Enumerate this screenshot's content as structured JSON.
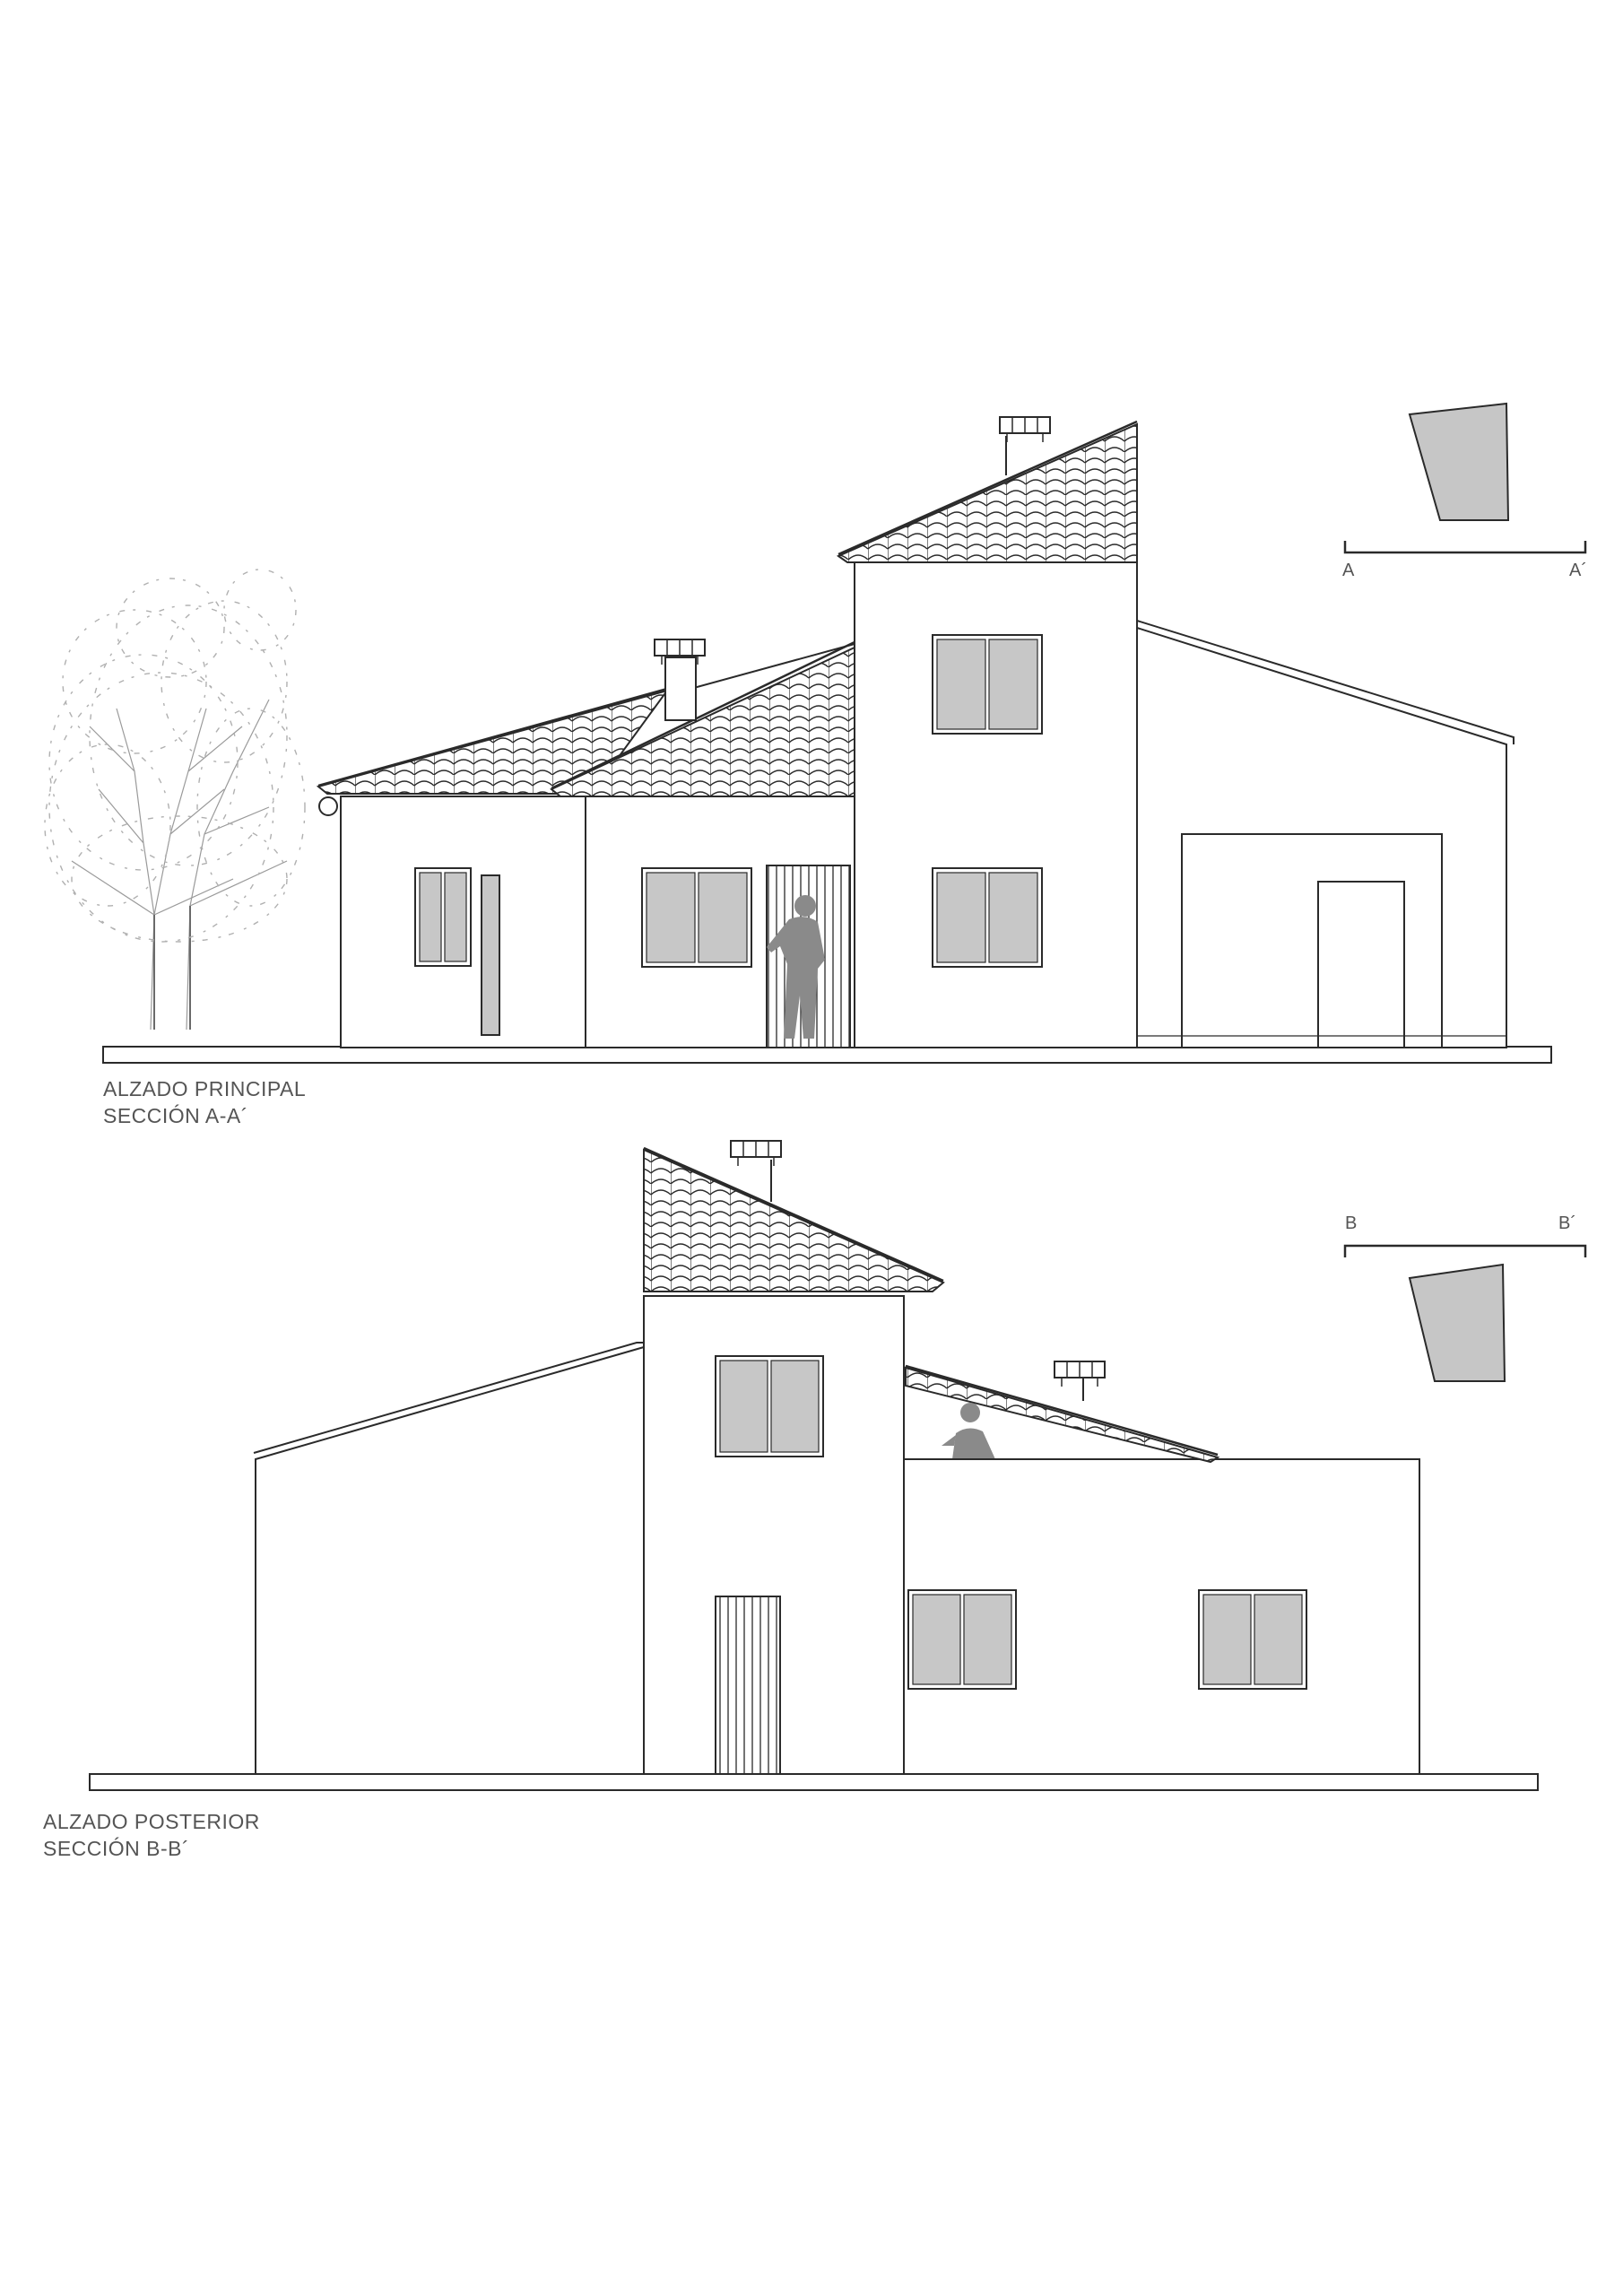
{
  "drawing_1": {
    "title": "ALZADO PRINCIPAL",
    "section": "SECCIÓN A-A´",
    "key": {
      "left": "A",
      "right": "A´"
    }
  },
  "drawing_2": {
    "title": "ALZADO POSTERIOR",
    "section": "SECCIÓN B-B´",
    "key": {
      "left": "B",
      "right": "B´"
    }
  },
  "colors": {
    "line": "#2a2a2a",
    "glass": "#c7c7c7",
    "person": "#8a8a8a",
    "key_fill": "#c6c6c6",
    "text": "#555555"
  }
}
